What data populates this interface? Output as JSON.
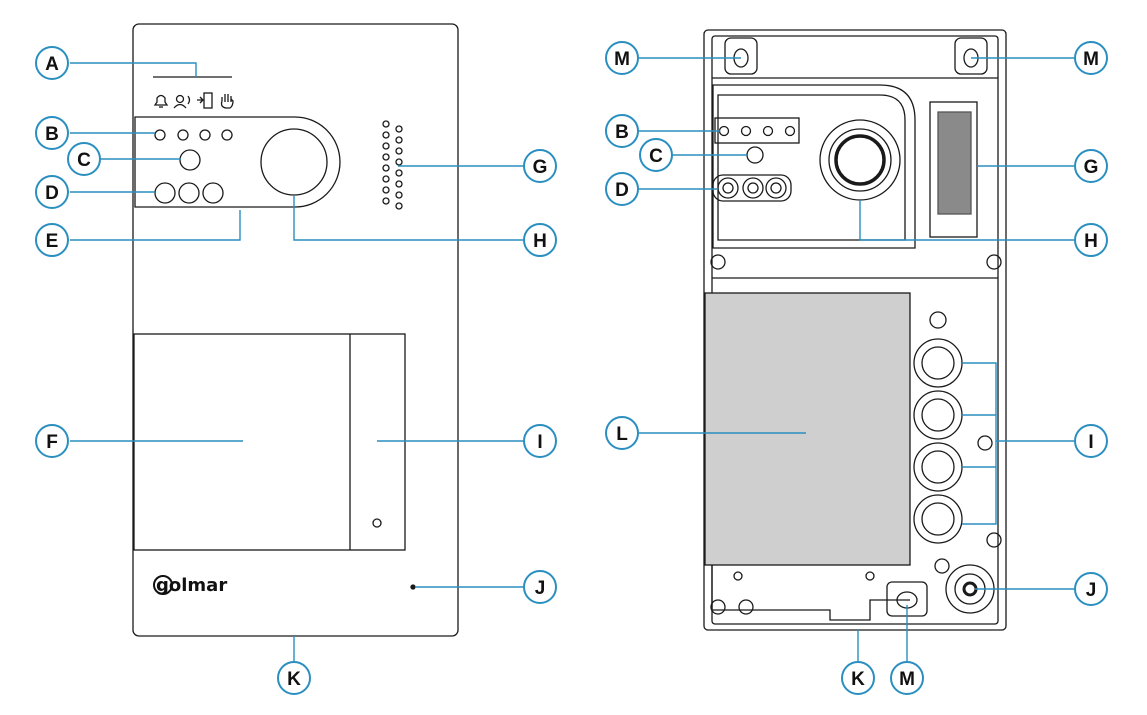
{
  "colors": {
    "leader": "#2a8fc0",
    "callout_border": "#2a8fc0",
    "outline": "#1a1a1a",
    "panel_bg": "#ffffff",
    "pcb_gray": "#cfcfcf",
    "speaker_gray": "#8a8a8a"
  },
  "front": {
    "brand": "golmar",
    "icons": [
      "bell-icon",
      "speaking-icon",
      "door-open-icon",
      "hand-icon"
    ],
    "labels": {
      "A": "A",
      "B": "B",
      "C": "C",
      "D": "D",
      "E": "E",
      "F": "F",
      "G": "G",
      "H": "H",
      "I": "I",
      "J": "J",
      "K": "K"
    }
  },
  "back": {
    "labels": {
      "M_left": "M",
      "M_right": "M",
      "B": "B",
      "C": "C",
      "D": "D",
      "G": "G",
      "H": "H",
      "L": "L",
      "I": "I",
      "J": "J",
      "K": "K",
      "M_bottom": "M"
    }
  }
}
